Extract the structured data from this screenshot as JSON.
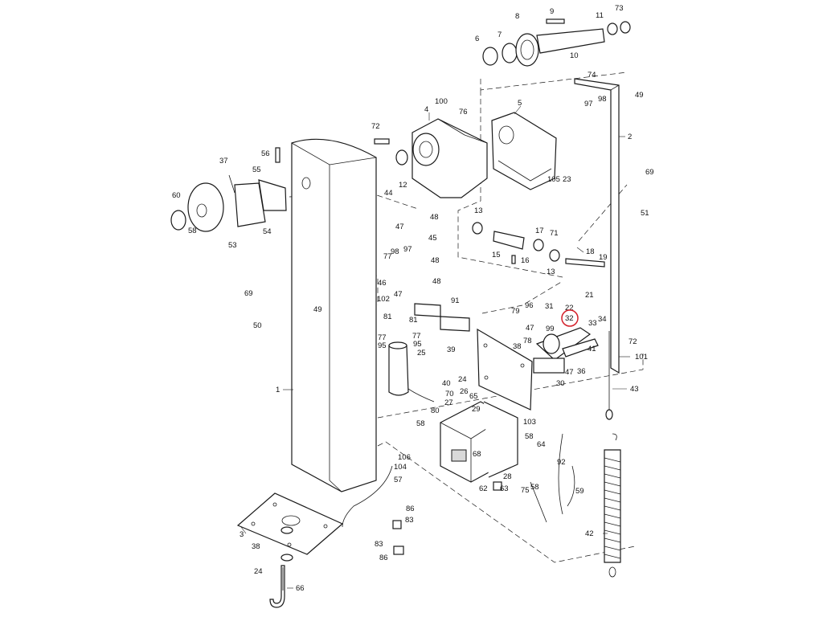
{
  "highlight_color": "#d4202a",
  "highlighted_callout": "32",
  "callouts": [
    "1",
    "2",
    "3",
    "4",
    "5",
    "6",
    "7",
    "8",
    "9",
    "10",
    "11",
    "12",
    "13",
    "13",
    "15",
    "16",
    "17",
    "18",
    "19",
    "21",
    "22",
    "23",
    "24",
    "24",
    "25",
    "26",
    "27",
    "28",
    "29",
    "30",
    "31",
    "32",
    "33",
    "34",
    "36",
    "37",
    "38",
    "38",
    "39",
    "40",
    "41",
    "42",
    "43",
    "44",
    "45",
    "46",
    "47",
    "47",
    "47",
    "47",
    "48",
    "48",
    "48",
    "49",
    "49",
    "50",
    "51",
    "53",
    "54",
    "55",
    "56",
    "57",
    "58",
    "58",
    "58",
    "58",
    "59",
    "60",
    "62",
    "63",
    "64",
    "65",
    "66",
    "68",
    "69",
    "69",
    "70",
    "71",
    "72",
    "72",
    "73",
    "74",
    "75",
    "76",
    "77",
    "77",
    "77",
    "78",
    "79",
    "80",
    "81",
    "81",
    "83",
    "83",
    "86",
    "86",
    "91",
    "92",
    "95",
    "95",
    "96",
    "97",
    "97",
    "98",
    "98",
    "99",
    "100",
    "101",
    "102",
    "103",
    "104",
    "105",
    "106"
  ]
}
